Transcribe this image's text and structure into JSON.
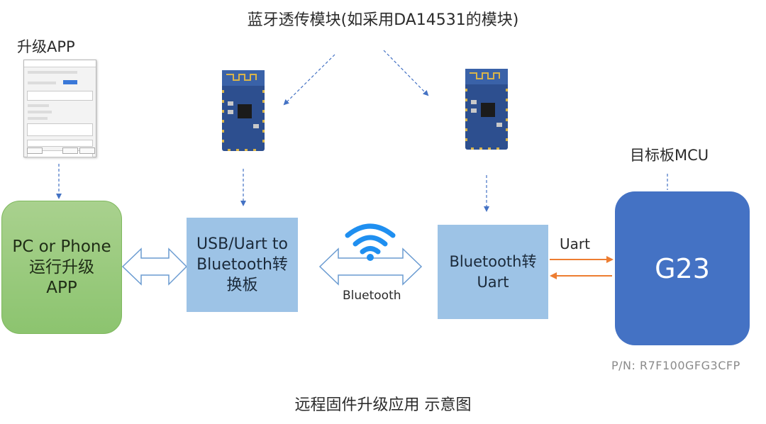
{
  "title_top": "蓝牙透传模块(如采用DA14531的模块)",
  "app_label": "升级APP",
  "target_label": "目标板MCU",
  "pc_box": {
    "lines": [
      "PC or Phone",
      "运行升级",
      "APP"
    ]
  },
  "usb_box": {
    "lines": [
      "USB/Uart to",
      "Bluetooth转",
      "换板"
    ]
  },
  "bt_box": {
    "lines": [
      "Bluetooth转",
      "Uart"
    ]
  },
  "mcu_box": {
    "label": "G23"
  },
  "uart_label": "Uart",
  "bluetooth_label": "Bluetooth",
  "pn_label": "P/N:   R7F100GFG3CFP",
  "title_bottom": "远程固件升级应用 示意图",
  "colors": {
    "pc_fill": "#a9d18e",
    "converter_fill": "#9dc3e6",
    "mcu_fill": "#4472c4",
    "dashed_arrow": "#4472c4",
    "uart_arrow": "#ed7d31",
    "wifi_icon": "#1f8ff0",
    "double_arrow_stroke": "#6a9bd1"
  },
  "icons": [
    "app-window-screenshot",
    "bluetooth-module-photo",
    "wifi-icon"
  ]
}
